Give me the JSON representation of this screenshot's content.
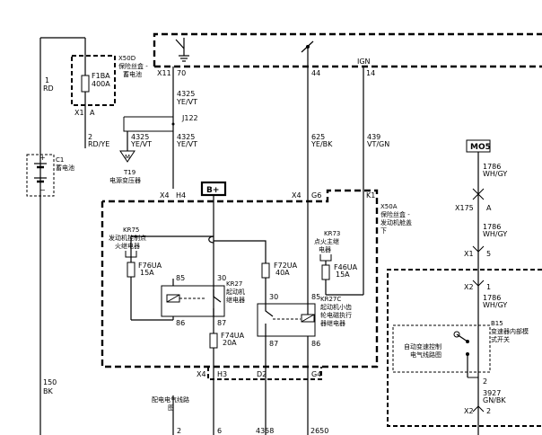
{
  "labels": {
    "x50d": "X50D",
    "fuse_box_top": "保险丝盒 -",
    "fuse_box_top2": "蓄电池",
    "f1ba": "F1BA",
    "f1ba_amp": "400A",
    "x1": "X1",
    "a": "A",
    "wire1_num": "1",
    "wire1_color": "RD",
    "wire2_num": "2",
    "wire2_color": "RD/YE",
    "wire150_num": "150",
    "wire150_color": "BK",
    "c1": "C1",
    "battery": "蓄电池",
    "x11": "X11",
    "x11_pin": "70",
    "w4325a": "4325",
    "w4325a_c": "YE/VT",
    "j122": "J122",
    "w4325b": "4325",
    "w4325b_c": "YE/VT",
    "w4325c": "4325",
    "w4325c_c": "YE/VT",
    "t19": "T19",
    "power_transformer": "电源变压器",
    "pin44": "44",
    "pin14": "14",
    "ign": "IGN",
    "w625": "625",
    "w625_c": "YE/BK",
    "w439": "439",
    "w439_c": "VT/GN",
    "mo5": "MO5",
    "w1786a": "1786",
    "w1786a_c": "WH/GY",
    "x175": "X175",
    "x175_a": "A",
    "w1786b": "1786",
    "w1786b_c": "WH/GY",
    "x1b": "X1",
    "x1b_pin": "5",
    "x2": "X2",
    "x2_pin": "1",
    "w1786c": "1786",
    "w1786c_c": "WH/GY",
    "b15": "B15",
    "trans_switch": "变速器内部模",
    "trans_switch2": "式开关",
    "auto_trans": "自动变速控制",
    "auto_trans2": "电气线路图",
    "pin2": "2",
    "w3927": "3927",
    "w3927_c": "GN/BK",
    "x2b": "X2",
    "x2b_pin": "2",
    "bplus": "B+",
    "x4a": "X4",
    "h4": "H4",
    "x4b": "X4",
    "g6": "G6",
    "k1": "K1",
    "x50a": "X50A",
    "fuse_box_eng": "保险丝盒 -",
    "fuse_box_eng2": "发动机舱盖",
    "fuse_box_eng3": "下",
    "kr75": "KR75",
    "kr75_l1": "发动机控制点",
    "kr75_l2": "火继电器",
    "f76ua": "F76UA",
    "f76ua_amp": "15A",
    "kr73": "KR73",
    "kr73_l1": "点火主继",
    "kr73_l2": "电器",
    "f46ua": "F46UA",
    "f46ua_amp": "15A",
    "f72ua": "F72UA",
    "f72ua_amp": "40A",
    "kr27": "KR27",
    "kr27_l1": "起动机",
    "kr27_l2": "继电器",
    "p85a": "85",
    "p30a": "30",
    "p86a": "86",
    "p87a": "87",
    "f74ua": "F74UA",
    "f74ua_amp": "20A",
    "kr27c": "KR27C",
    "kr27c_l1": "起动机小齿",
    "kr27c_l2": "轮电磁执行",
    "kr27c_l3": "器继电器",
    "p30b": "30",
    "p85b": "85",
    "p87b": "87",
    "p86b": "86",
    "x4c": "X4",
    "h3": "H3",
    "d2": "D2",
    "g4": "G4",
    "power_dist": "配电电气线路",
    "power_dist2": "图",
    "b2": "2",
    "b6": "6",
    "b4358": "4358",
    "b2650": "2650"
  }
}
